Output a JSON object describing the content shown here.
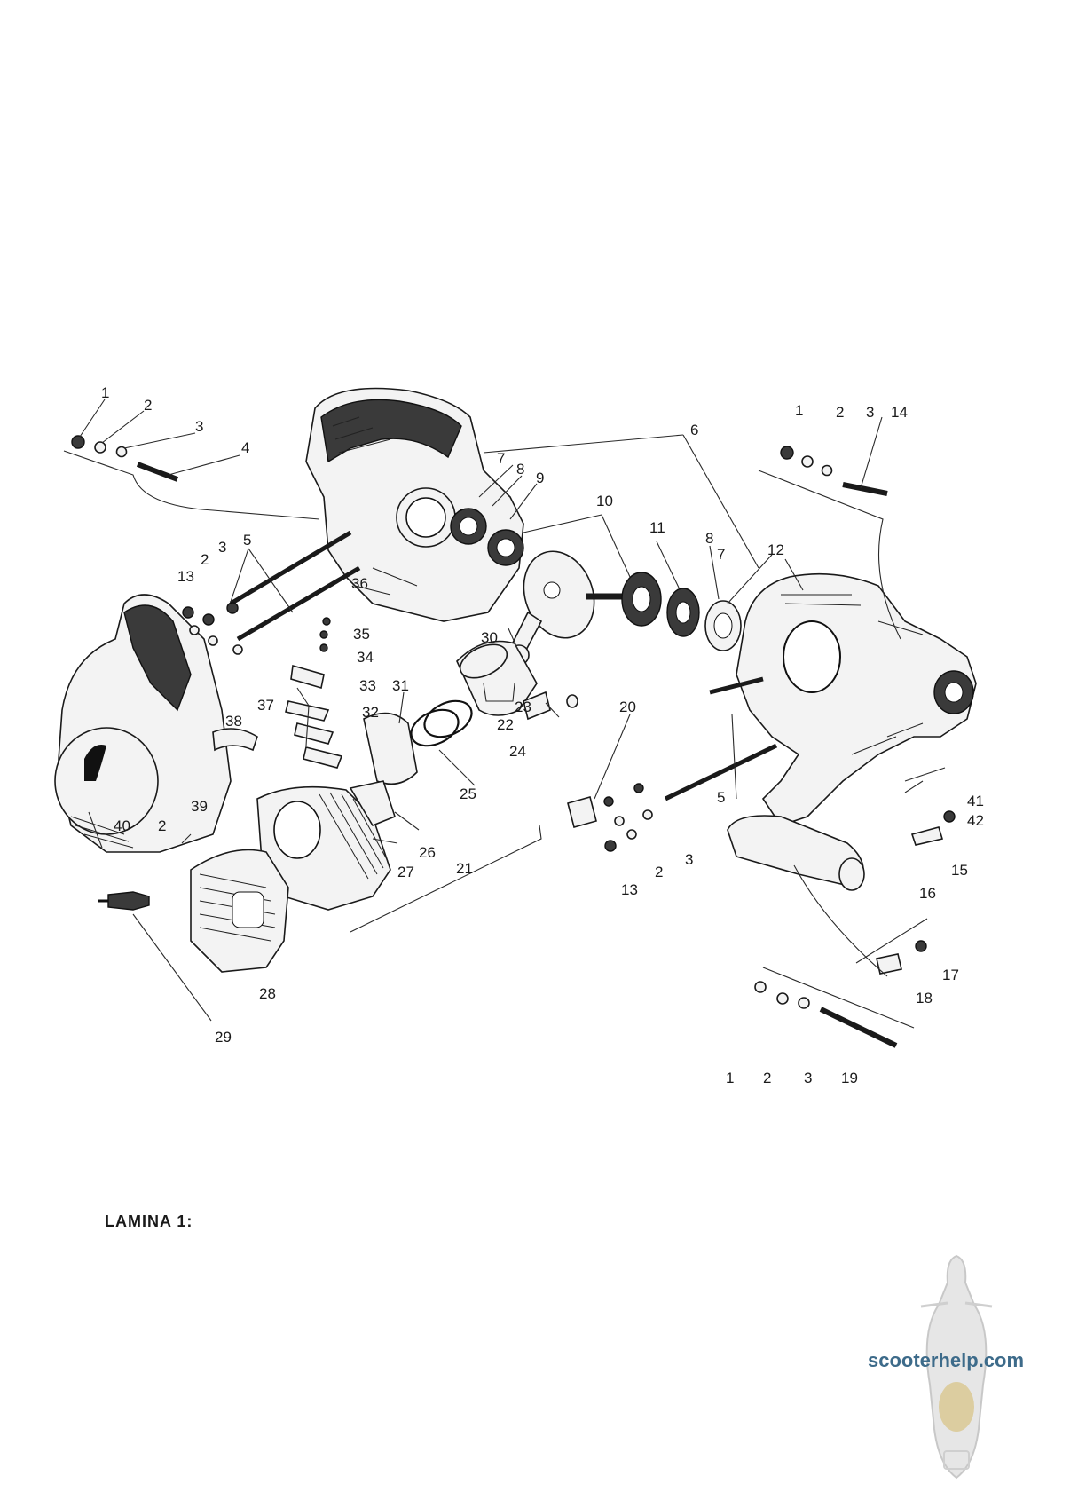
{
  "plate_title": "LAMINA  1:",
  "watermark": "scooterhelp.com",
  "callouts": [
    {
      "id": "c-1a",
      "text": "1"
    },
    {
      "id": "c-2a",
      "text": "2"
    },
    {
      "id": "c-3a",
      "text": "3"
    },
    {
      "id": "c-4",
      "text": "4"
    },
    {
      "id": "c-5a",
      "text": "5"
    },
    {
      "id": "c-6",
      "text": "6"
    },
    {
      "id": "c-7a",
      "text": "7"
    },
    {
      "id": "c-8a",
      "text": "8"
    },
    {
      "id": "c-9",
      "text": "9"
    },
    {
      "id": "c-10",
      "text": "10"
    },
    {
      "id": "c-11",
      "text": "11"
    },
    {
      "id": "c-8b",
      "text": "8"
    },
    {
      "id": "c-7b",
      "text": "7"
    },
    {
      "id": "c-12",
      "text": "12"
    },
    {
      "id": "c-1b",
      "text": "1"
    },
    {
      "id": "c-2b",
      "text": "2"
    },
    {
      "id": "c-3b",
      "text": "3"
    },
    {
      "id": "c-14",
      "text": "14"
    },
    {
      "id": "c-13a",
      "text": "13"
    },
    {
      "id": "c-2c",
      "text": "2"
    },
    {
      "id": "c-3c",
      "text": "3"
    },
    {
      "id": "c-36",
      "text": "36"
    },
    {
      "id": "c-35",
      "text": "35"
    },
    {
      "id": "c-34",
      "text": "34"
    },
    {
      "id": "c-33",
      "text": "33"
    },
    {
      "id": "c-32",
      "text": "32"
    },
    {
      "id": "c-31",
      "text": "31"
    },
    {
      "id": "c-37",
      "text": "37"
    },
    {
      "id": "c-30",
      "text": "30"
    },
    {
      "id": "c-38",
      "text": "38"
    },
    {
      "id": "c-39",
      "text": "39"
    },
    {
      "id": "c-2d",
      "text": "2"
    },
    {
      "id": "c-40",
      "text": "40"
    },
    {
      "id": "c-23",
      "text": "23"
    },
    {
      "id": "c-22",
      "text": "22"
    },
    {
      "id": "c-24",
      "text": "24"
    },
    {
      "id": "c-25",
      "text": "25"
    },
    {
      "id": "c-26",
      "text": "26"
    },
    {
      "id": "c-27",
      "text": "27"
    },
    {
      "id": "c-21",
      "text": "21"
    },
    {
      "id": "c-20",
      "text": "20"
    },
    {
      "id": "c-13b",
      "text": "13"
    },
    {
      "id": "c-2e",
      "text": "2"
    },
    {
      "id": "c-3d",
      "text": "3"
    },
    {
      "id": "c-5b",
      "text": "5"
    },
    {
      "id": "c-41",
      "text": "41"
    },
    {
      "id": "c-42",
      "text": "42"
    },
    {
      "id": "c-15",
      "text": "15"
    },
    {
      "id": "c-16",
      "text": "16"
    },
    {
      "id": "c-17",
      "text": "17"
    },
    {
      "id": "c-18",
      "text": "18"
    },
    {
      "id": "c-1c",
      "text": "1"
    },
    {
      "id": "c-2f",
      "text": "2"
    },
    {
      "id": "c-3e",
      "text": "3"
    },
    {
      "id": "c-19",
      "text": "19"
    },
    {
      "id": "c-28",
      "text": "28"
    },
    {
      "id": "c-29",
      "text": "29"
    }
  ],
  "colors": {
    "ink": "#1a1a1a",
    "paper": "#ffffff",
    "watermark": "#3d6b8a"
  }
}
